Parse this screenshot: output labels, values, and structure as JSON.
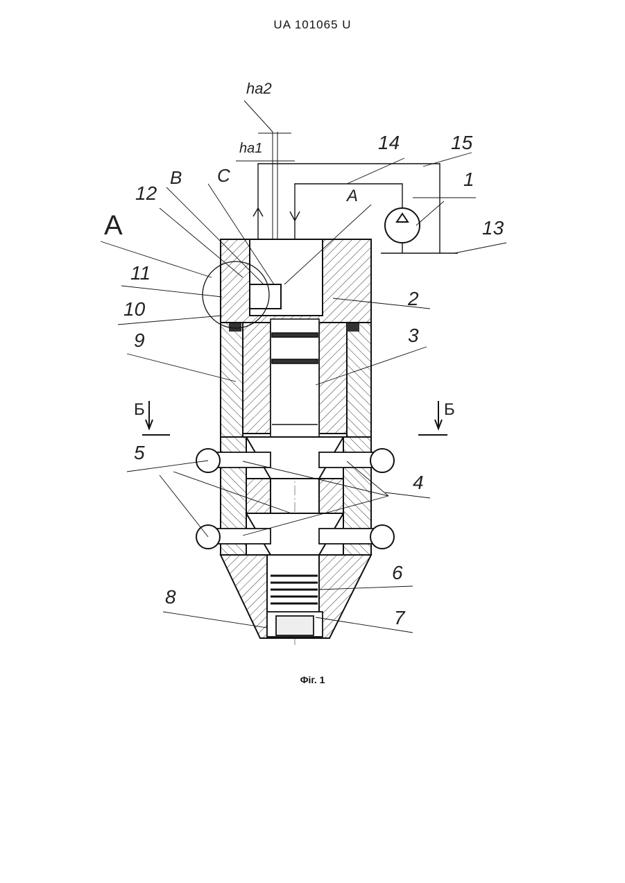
{
  "header": {
    "text": "UA   101065   U"
  },
  "figure": {
    "caption": "Фіг. 1",
    "dimension_labels": {
      "ha2": "ha2",
      "ha1": "ha1"
    },
    "section_labels": {
      "A_big": "A",
      "B": "B",
      "C": "C",
      "A_small": "A",
      "B_left": "Б",
      "B_right": "Б"
    },
    "part_numbers": [
      "1",
      "2",
      "3",
      "4",
      "5",
      "6",
      "7",
      "8",
      "9",
      "10",
      "11",
      "12",
      "13",
      "14",
      "15"
    ]
  }
}
